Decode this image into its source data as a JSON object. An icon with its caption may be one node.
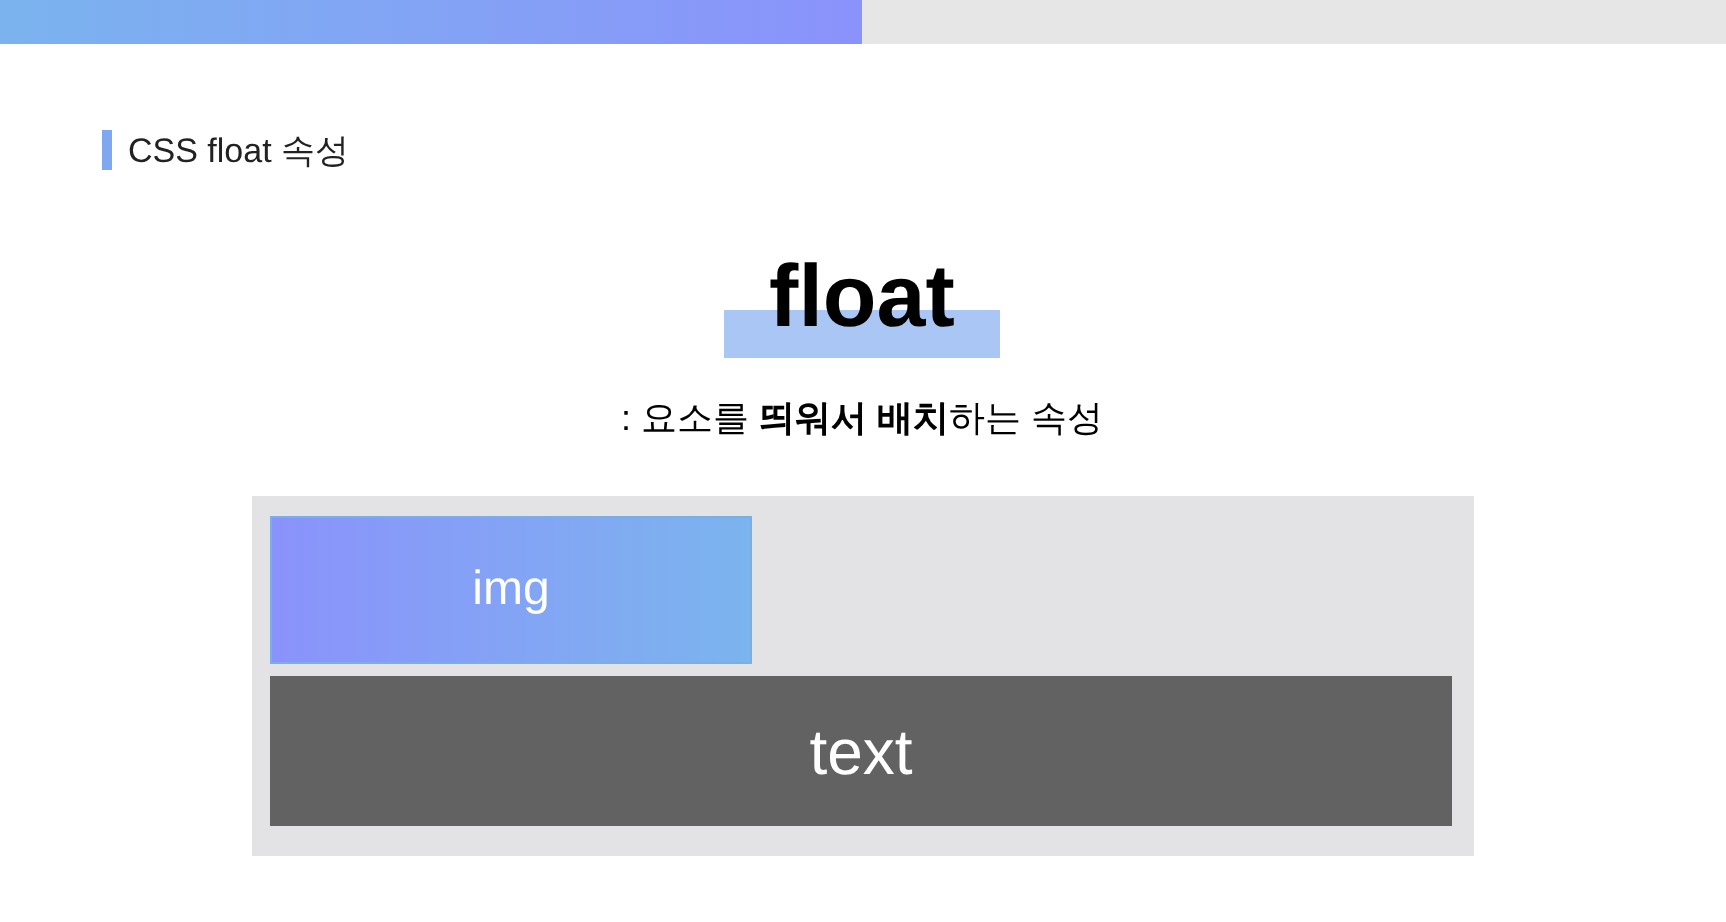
{
  "diagram": {
    "title": "float",
    "nodes": [
      {
        "text": [],
        "shape": "box"
      },
      {
        "text": [
          "img"
        ],
        "in": 0
      },
      {
        "text": [
          "text"
        ],
        "in": 0
      }
    ],
    "labels": [
      "CSS float 속성",
      ": 요소를 **띄워서 배치**하는 속성"
    ]
  }
}
